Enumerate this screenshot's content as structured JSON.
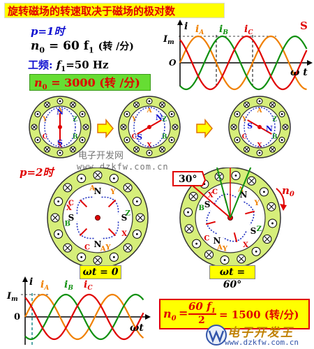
{
  "title": "旋转磁场的转速取决于磁场的极对数",
  "corner_letter": "S",
  "p1": {
    "pole_label": "p=1时",
    "speed_formula_lhs": "n",
    "speed_formula_sub": "0",
    "speed_formula_rhs": "= 60 f",
    "speed_formula_rhs_sub": "1",
    "speed_unit": "(转 /分)",
    "freq_label": "工频:",
    "freq_value": "f",
    "freq_sub": "1",
    "freq_eq": "=50   Hz",
    "result_lhs": "n",
    "result_sub": "0",
    "result_value": "= 3000 (转 /分)"
  },
  "waveform_top": {
    "i_label": "i",
    "im_label": "I",
    "im_sub": "m",
    "origin_label": "O",
    "axis_label": "ω t",
    "iA": "i",
    "iA_sub": "A",
    "iB": "i",
    "iB_sub": "B",
    "iC": "i",
    "iC_sub": "C",
    "colors": {
      "A": "#f08000",
      "B": "#109010",
      "C": "#e00000"
    }
  },
  "p2": {
    "pole_label": "p=2时",
    "angle_label": "30°",
    "n0_label": "n",
    "n0_sub": "0",
    "caption_left": "ωt = 0",
    "caption_right": "ωt = 60°"
  },
  "watermark": {
    "line1": "电子开发网",
    "line2": "www.dzkfw.com.cn",
    "logo_text": "电子开发王",
    "logo_url": "www.dzkfw.com.cn"
  },
  "waveform_bottom": {
    "i_label": "i",
    "im_label": "I",
    "im_sub": "m",
    "zero_label": "0",
    "axis_label": "ωt",
    "iA": "i",
    "iA_sub": "A",
    "iB": "i",
    "iB_sub": "B",
    "iC": "i",
    "iC_sub": "C"
  },
  "p2_formula": {
    "lhs": "n",
    "lhs_sub": "0",
    "numerator": "60 f",
    "numerator_sub": "1",
    "denominator": "2",
    "result": "= 1500 (转/分)"
  },
  "stator_letters": {
    "N": "N",
    "S": "S",
    "A": "A",
    "B": "B",
    "C": "C",
    "X": "X",
    "Y": "Y",
    "Z": "Z"
  }
}
